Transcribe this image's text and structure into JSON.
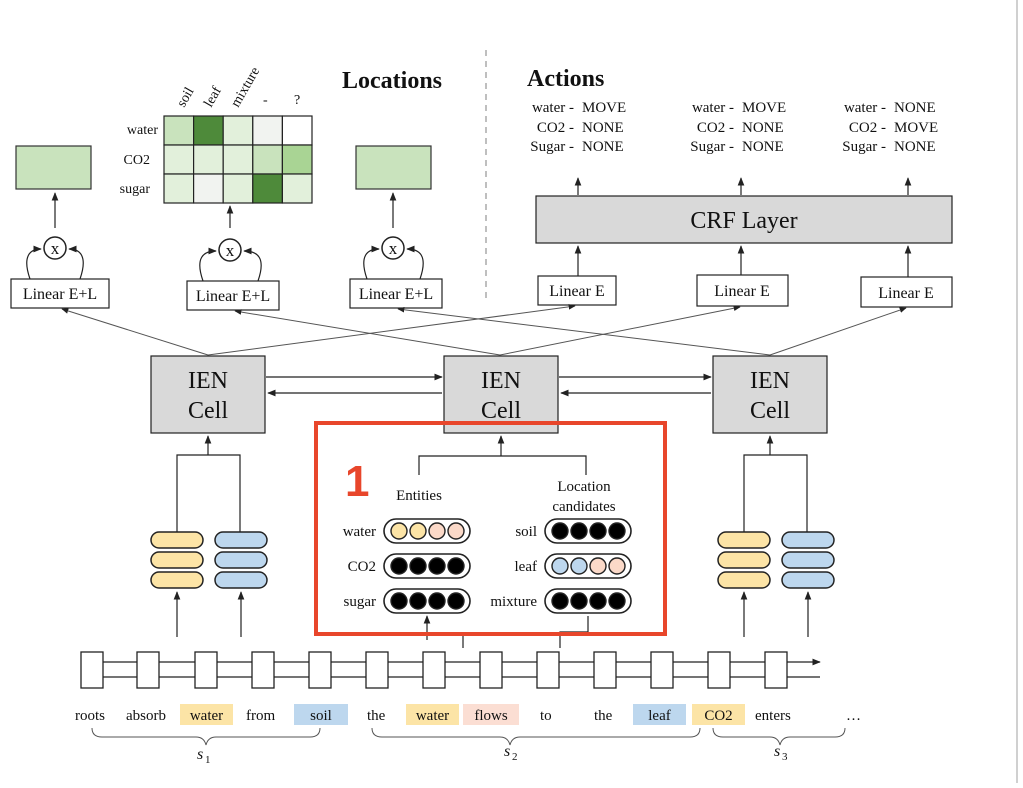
{
  "sections": {
    "locations_title": "Locations",
    "actions_title": "Actions"
  },
  "heatmap": {
    "col_labels": [
      "soil",
      "leaf",
      "mixture",
      "-",
      "?"
    ],
    "row_labels": [
      "water",
      "CO2",
      "sugar"
    ],
    "colors": [
      [
        "#c9e3bd",
        "#4e8a3a",
        "#e2f0db",
        "#f1f3f0",
        "#ffffff"
      ],
      [
        "#e2f0db",
        "#e2f0db",
        "#e2f0db",
        "#c9e3bd",
        "#a9d494"
      ],
      [
        "#e2f0db",
        "#f1f3f0",
        "#e2f0db",
        "#4e8a3a",
        "#e2f0db"
      ]
    ]
  },
  "linear_el": [
    "Linear E+L",
    "Linear E+L",
    "Linear E+L"
  ],
  "multiply_symbol": "x",
  "actions": [
    [
      {
        "entity": "water -",
        "action": "MOVE"
      },
      {
        "entity": "CO2 -",
        "action": "NONE"
      },
      {
        "entity": "Sugar -",
        "action": "NONE"
      }
    ],
    [
      {
        "entity": "water -",
        "action": "MOVE"
      },
      {
        "entity": "CO2 -",
        "action": "NONE"
      },
      {
        "entity": "Sugar -",
        "action": "NONE"
      }
    ],
    [
      {
        "entity": "water -",
        "action": "NONE"
      },
      {
        "entity": "CO2 -",
        "action": "MOVE"
      },
      {
        "entity": "Sugar -",
        "action": "NONE"
      }
    ]
  ],
  "crf_label": "CRF Layer",
  "linear_e": [
    "Linear E",
    "Linear E",
    "Linear E"
  ],
  "ien_cells": [
    {
      "line1": "IEN",
      "line2": "Cell"
    },
    {
      "line1": "IEN",
      "line2": "Cell"
    },
    {
      "line1": "IEN",
      "line2": "Cell"
    }
  ],
  "highlight": {
    "number": "1",
    "entities_title": "Entities",
    "location_title_1": "Location",
    "location_title_2": "candidates",
    "entities": [
      {
        "label": "water",
        "dots": [
          "#fce4a6",
          "#fce4a6",
          "#fbd9c8",
          "#fbd9c8"
        ]
      },
      {
        "label": "CO2",
        "dots": [
          "#000000",
          "#000000",
          "#000000",
          "#000000"
        ]
      },
      {
        "label": "sugar",
        "dots": [
          "#000000",
          "#000000",
          "#000000",
          "#000000"
        ]
      }
    ],
    "locations": [
      {
        "label": "soil",
        "dots": [
          "#000000",
          "#000000",
          "#000000",
          "#000000"
        ]
      },
      {
        "label": "leaf",
        "dots": [
          "#bdd7ee",
          "#bdd7ee",
          "#fbd9c8",
          "#fbd9c8"
        ]
      },
      {
        "label": "mixture",
        "dots": [
          "#000000",
          "#000000",
          "#000000",
          "#000000"
        ]
      }
    ]
  },
  "tokens": [
    {
      "text": "roots",
      "bg": ""
    },
    {
      "text": "absorb",
      "bg": ""
    },
    {
      "text": "water",
      "bg": "#fce4a6"
    },
    {
      "text": "from",
      "bg": ""
    },
    {
      "text": "soil",
      "bg": "#bdd7ee"
    },
    {
      "text": "the",
      "bg": ""
    },
    {
      "text": "water",
      "bg": "#fce4a6"
    },
    {
      "text": "flows",
      "bg": "#fbded3"
    },
    {
      "text": "to",
      "bg": ""
    },
    {
      "text": "the",
      "bg": ""
    },
    {
      "text": "leaf",
      "bg": "#bdd7ee"
    },
    {
      "text": "CO2",
      "bg": "#fce4a6"
    },
    {
      "text": "enters",
      "bg": ""
    },
    {
      "text": "…",
      "bg": ""
    }
  ],
  "sentences": [
    {
      "name": "s",
      "sub": "1"
    },
    {
      "name": "s",
      "sub": "2"
    },
    {
      "name": "s",
      "sub": "3"
    }
  ],
  "colors": {
    "yellow": "#fce4a6",
    "blue": "#bdd7ee",
    "peach": "#fbded3",
    "green_light": "#c9e3bd",
    "green_dark": "#4e8a3a",
    "gray_box": "#d9d9d9",
    "highlight_red": "#e8462b"
  }
}
